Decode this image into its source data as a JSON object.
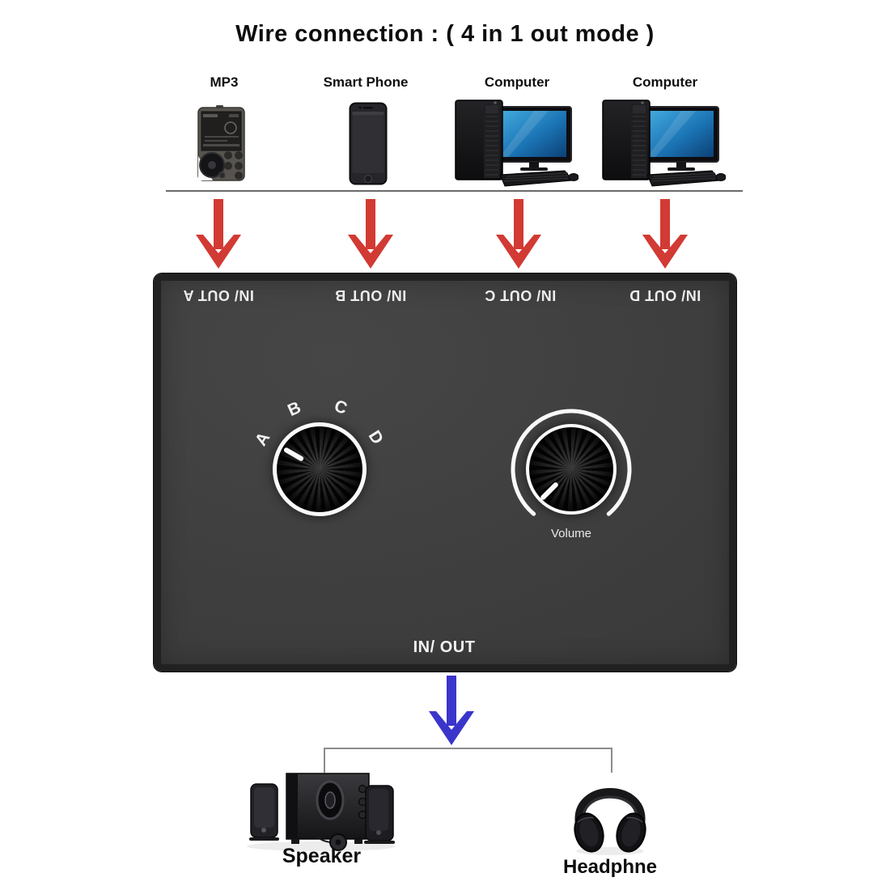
{
  "title": "Wire connection : ( 4 in 1 out mode )",
  "sources": [
    {
      "label": "MP3",
      "icon": "mp3-player-icon"
    },
    {
      "label": "Smart Phone",
      "icon": "smartphone-icon"
    },
    {
      "label": "Computer",
      "icon": "desktop-computer-icon"
    },
    {
      "label": "Computer",
      "icon": "desktop-computer-icon"
    }
  ],
  "switch_box": {
    "port_labels": [
      "IN/ OUT A",
      "IN/ OUT B",
      "IN/ OUT C",
      "IN/ OUT D"
    ],
    "selector_knob": {
      "positions": [
        "A",
        "B",
        "C",
        "D"
      ],
      "selected": "A"
    },
    "volume_knob": {
      "label": "Volume"
    },
    "output_label": "IN/ OUT"
  },
  "outputs": [
    {
      "label": "Speaker",
      "icon": "speaker-system-icon"
    },
    {
      "label": "Headphne",
      "icon": "headphones-icon"
    }
  ],
  "colors": {
    "input_arrow": "#d23a34",
    "output_arrow": "#3a35cb",
    "box_face": "#3f3f3f",
    "box_border": "#212121",
    "label_text": "#ededed"
  }
}
